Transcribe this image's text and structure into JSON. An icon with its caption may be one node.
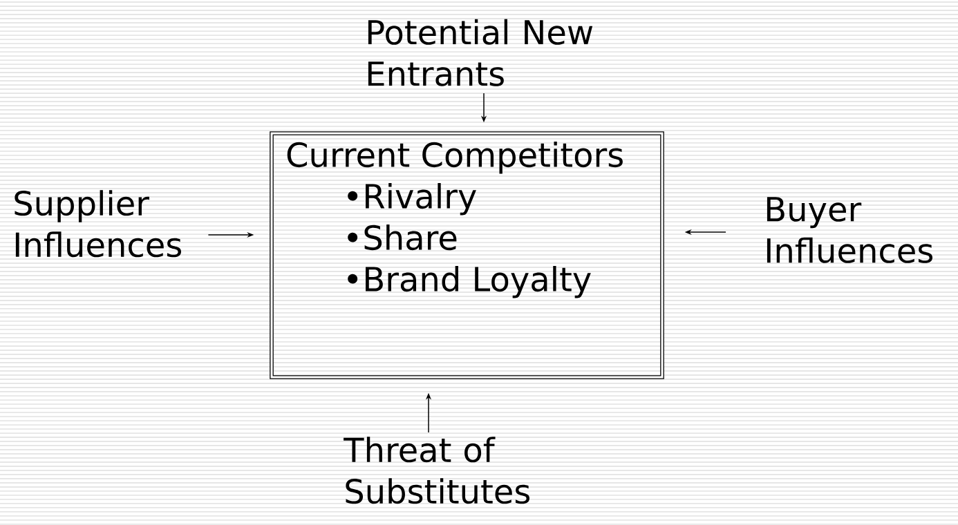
{
  "diagram": {
    "nodes": [
      {
        "text": [
          "Potential New Entrants"
        ]
      },
      {
        "text": [
          "Current Competitors",
          "•Rivalry",
          "•Share",
          "•Brand Loyalty"
        ]
      },
      {
        "text": [
          "Supplier Influences"
        ]
      },
      {
        "text": [
          "Buyer Influences"
        ]
      },
      {
        "text": [
          "Threat of Substitutes"
        ]
      }
    ],
    "edges": [
      {
        "from": 0,
        "to": 1,
        "arrow": "to"
      },
      {
        "from": 2,
        "to": 1,
        "arrow": "to"
      },
      {
        "from": 3,
        "to": 1,
        "arrow": "to"
      },
      {
        "from": 4,
        "to": 1,
        "arrow": "to"
      }
    ]
  }
}
